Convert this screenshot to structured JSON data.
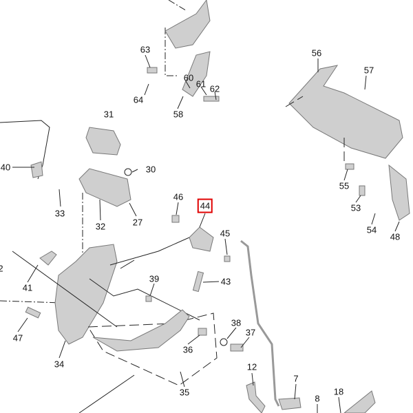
{
  "diagram": {
    "type": "exploded parts diagram",
    "highlight_color": "#e00000",
    "highlighted_part": "44",
    "labels": [
      "63",
      "60",
      "61",
      "62",
      "64",
      "58",
      "56",
      "57",
      "31",
      "30",
      "40",
      "33",
      "32",
      "27",
      "46",
      "44",
      "45",
      "55",
      "53",
      "54",
      "48",
      "2",
      "41",
      "39",
      "43",
      "47",
      "34",
      "36",
      "38",
      "37",
      "35",
      "12",
      "7",
      "8",
      "18"
    ]
  }
}
